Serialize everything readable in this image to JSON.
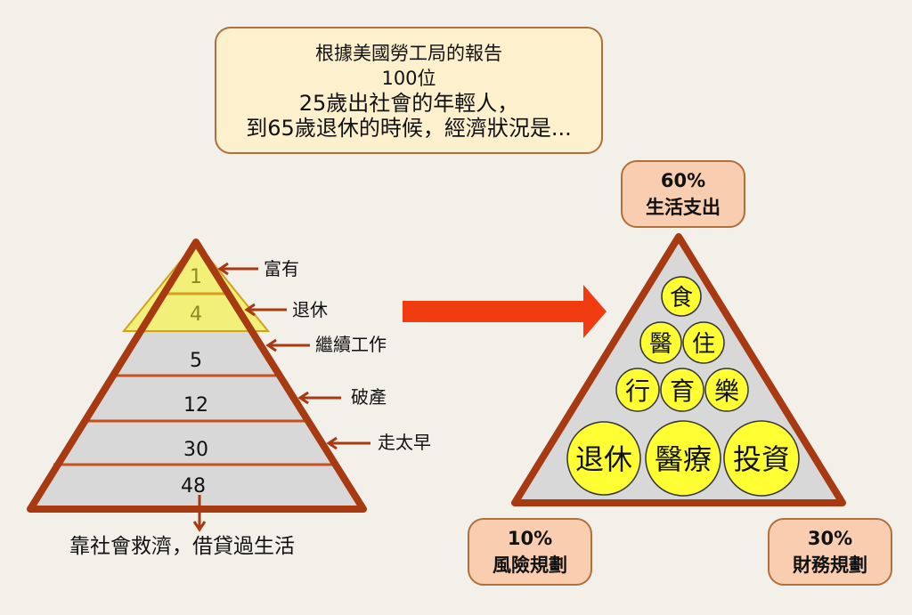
{
  "intro": {
    "line1": "根據美國勞工局的報告",
    "line2": "100位",
    "line3": "25歲出社會的年輕人，",
    "line4": "到65歲退休的時候，經濟狀況是..."
  },
  "left_pyramid": {
    "tiers": [
      {
        "value": "1",
        "label": "富有"
      },
      {
        "value": "4",
        "label": "退休"
      },
      {
        "value": "5",
        "label": "繼續工作"
      },
      {
        "value": "12",
        "label": "破產"
      },
      {
        "value": "30",
        "label": "走太早"
      },
      {
        "value": "48",
        "label": "靠社會救濟，借貸過生活"
      }
    ]
  },
  "right_pyramid": {
    "top": {
      "percent": "60%",
      "label": "生活支出"
    },
    "bottom_left": {
      "percent": "10%",
      "label": "風險規劃"
    },
    "bottom_right": {
      "percent": "30%",
      "label": "財務規劃"
    },
    "circles": [
      "食",
      "醫",
      "住",
      "行",
      "育",
      "樂",
      "退休",
      "醫療",
      "投資"
    ]
  },
  "colors": {
    "outline": "#a83a12",
    "yellow": "#f3f07a",
    "gray": "#d8d8d8",
    "arrow": "#f03c10",
    "circle": "#ffff33"
  }
}
